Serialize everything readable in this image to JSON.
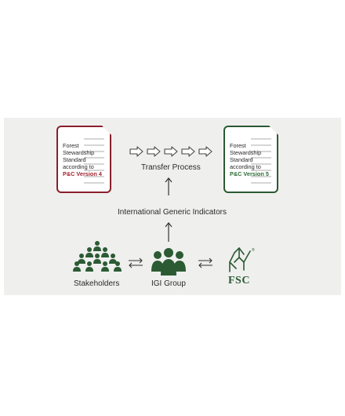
{
  "doc_v4": {
    "lines": [
      "Forest",
      "Stewardship",
      "Standard",
      "according to"
    ],
    "version": "P&C Version 4",
    "border_color": "#8a1f2b"
  },
  "doc_v5": {
    "lines": [
      "Forest",
      "Stewardship",
      "Standard",
      "according to"
    ],
    "version": "P&C Version 5",
    "border_color": "#2b5a33"
  },
  "transfer_label": "Transfer Process",
  "indicators_label": "International Generic Indicators",
  "stakeholders_label": "Stakeholders",
  "igi_label": "IGI Group",
  "fsc_label": "FSC",
  "fsc_registered": "®",
  "icons": {
    "transfer": "chevron-arrows",
    "stakeholders": "people-group",
    "igi": "people-group",
    "exchange": "bidirectional-arrows",
    "fsc": "tree-checkmark-logo"
  },
  "colors": {
    "green": "#2b5a33",
    "red": "#8a1f2b",
    "panel": "#efefee"
  }
}
